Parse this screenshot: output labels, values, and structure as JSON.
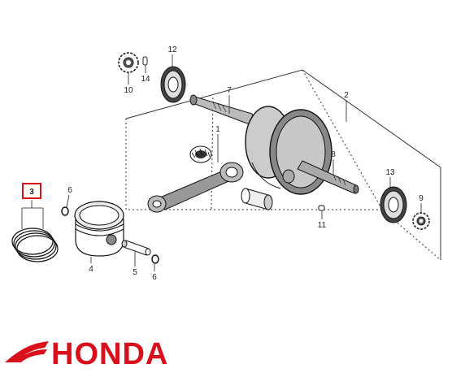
{
  "diagram": {
    "callouts": {
      "c1": "1",
      "c2": "2",
      "c3": "3",
      "c4": "4",
      "c5": "5",
      "c6a": "6",
      "c6b": "6",
      "c7": "7",
      "c8": "8",
      "c9": "9",
      "c10": "10",
      "c11": "11",
      "c12": "12",
      "c13": "13",
      "c14": "14"
    },
    "highlight_callout": "3",
    "highlight_color": "#d9101c"
  },
  "logo": {
    "text": "HONDA",
    "color": "#d9101c"
  }
}
